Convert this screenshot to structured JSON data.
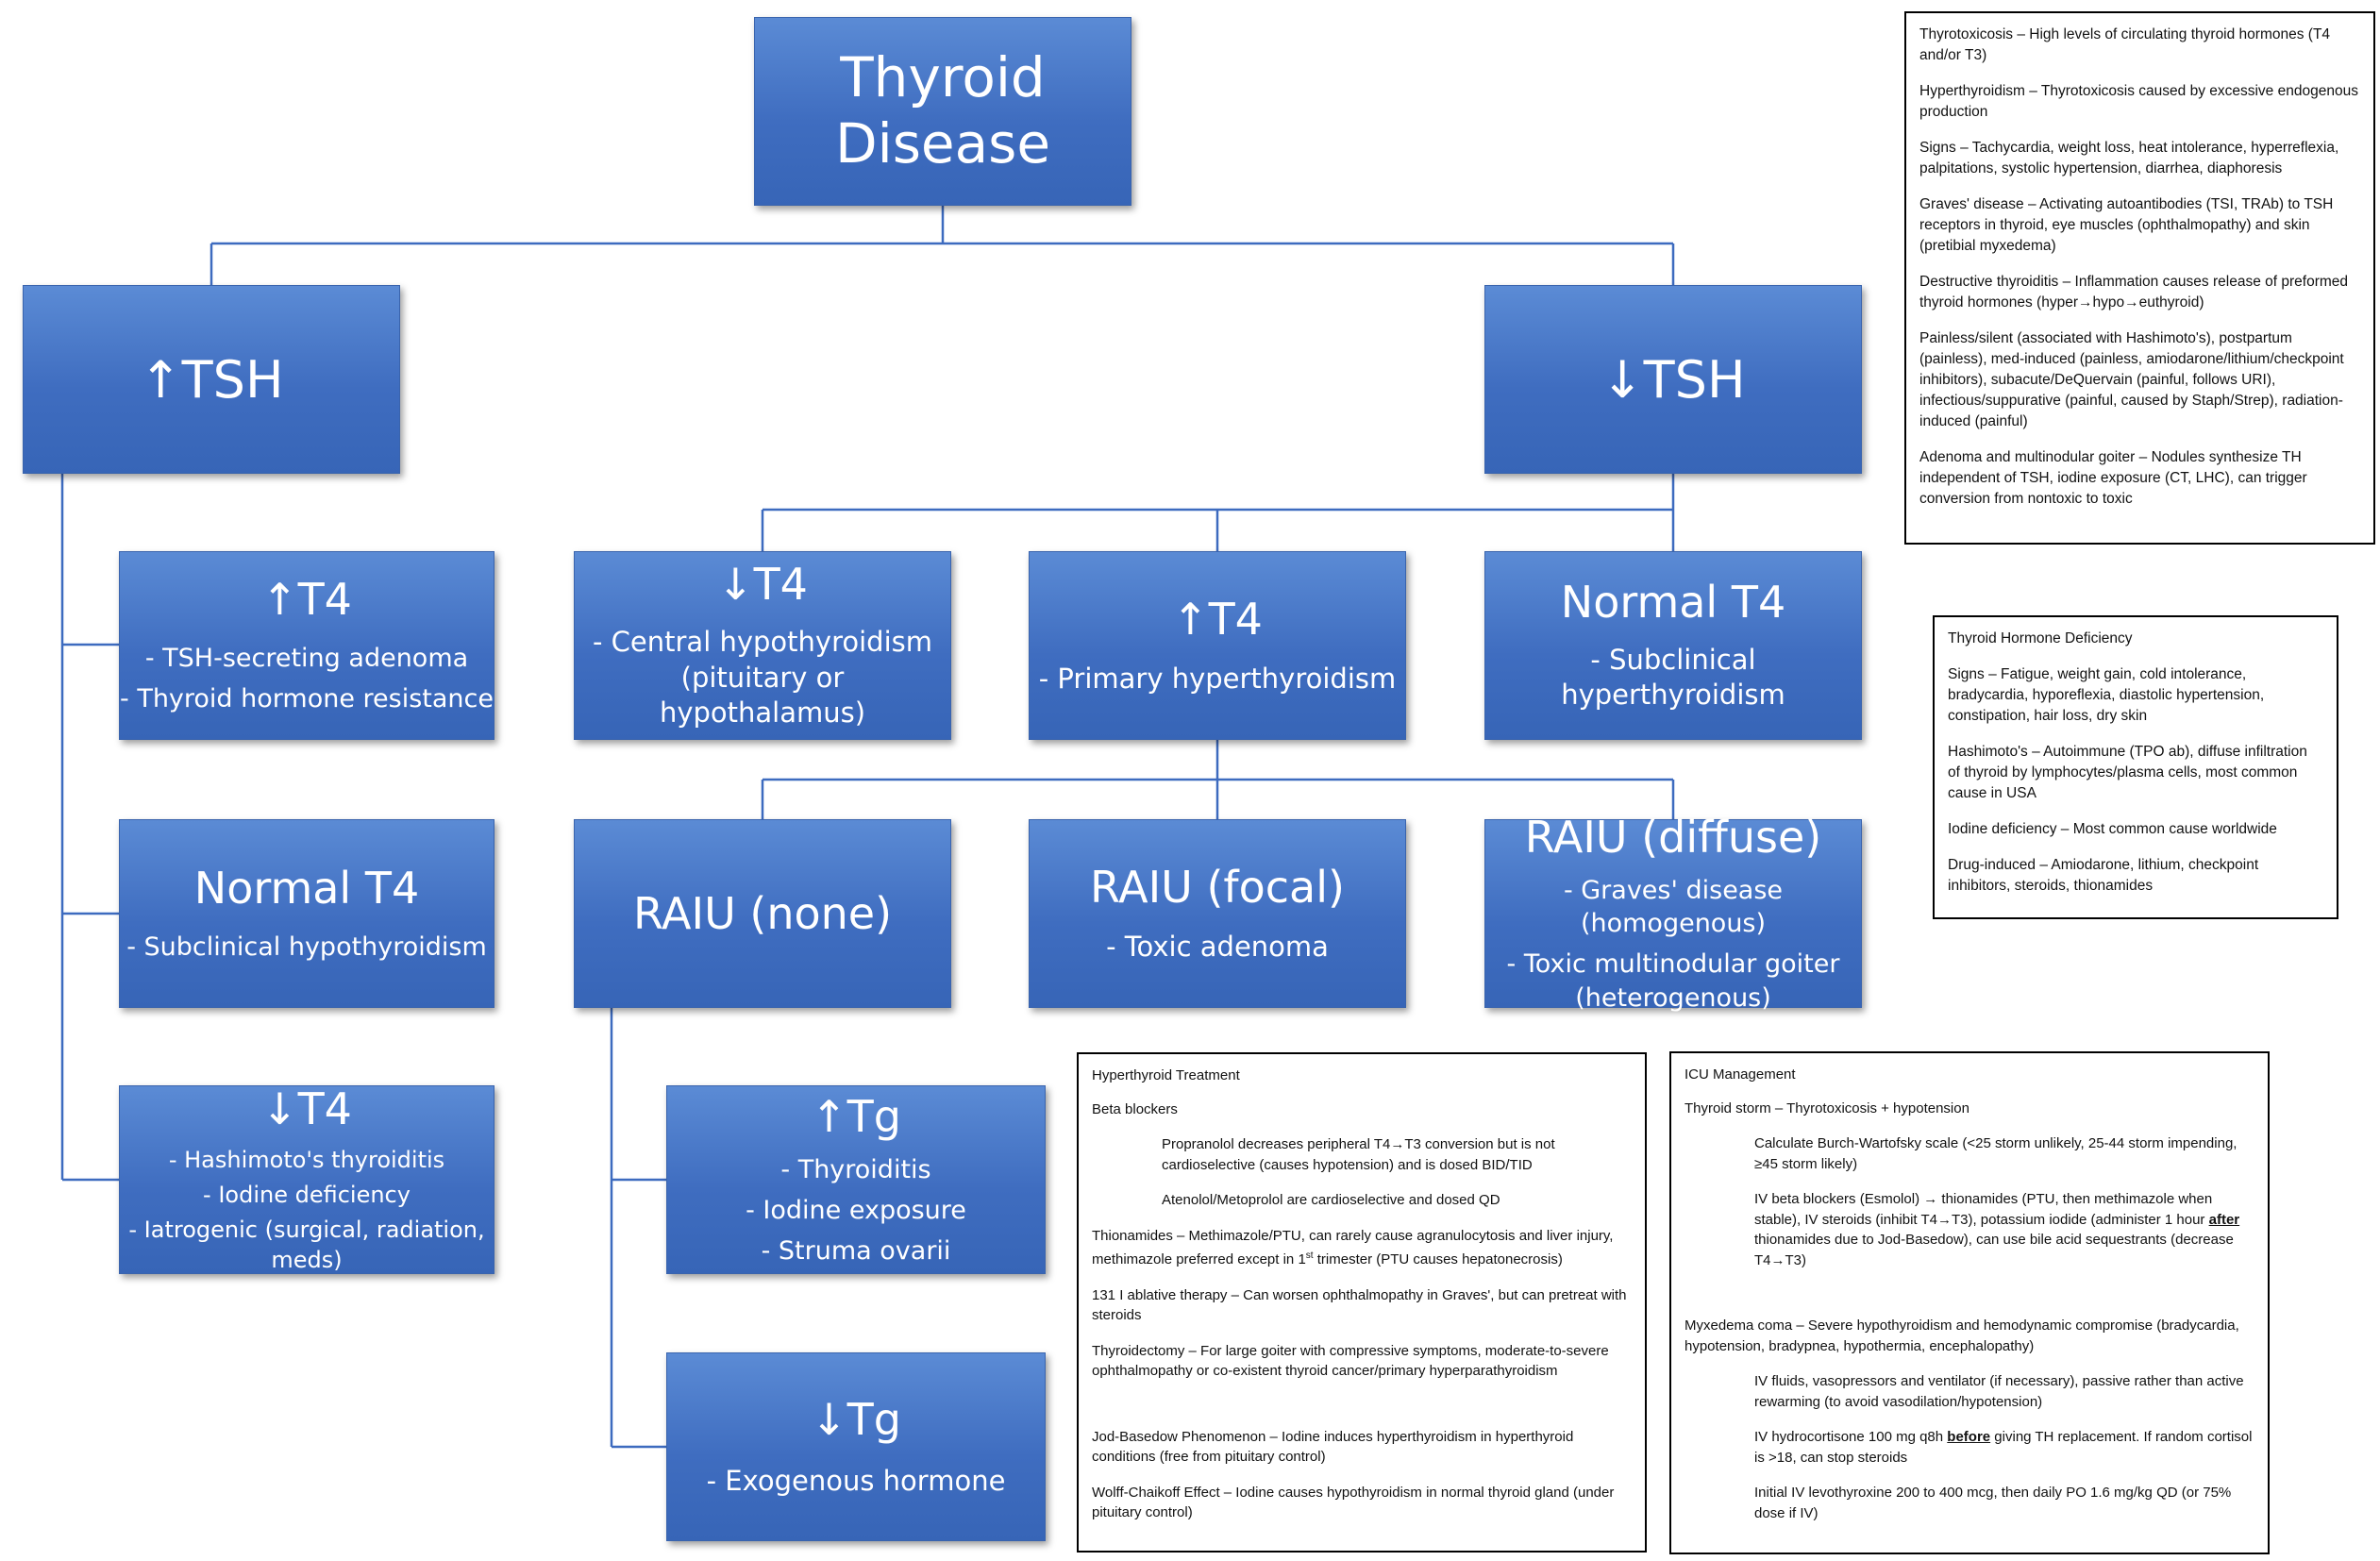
{
  "title": {
    "line1": "Thyroid",
    "line2": "Disease"
  },
  "high_tsh": {
    "heading": "↑TSH",
    "high_t4": {
      "heading": "↑T4",
      "items": [
        "- TSH-secreting adenoma",
        "- Thyroid hormone resistance"
      ]
    },
    "normal_t4": {
      "heading": "Normal T4",
      "items": [
        "- Subclinical hypothyroidism"
      ]
    },
    "low_t4": {
      "heading": "↓T4",
      "items": [
        "- Hashimoto's thyroiditis",
        "- Iodine deficiency",
        "- Iatrogenic (surgical, radiation, meds)"
      ]
    }
  },
  "low_tsh": {
    "heading": "↓TSH",
    "low_t4": {
      "heading": "↓T4",
      "items": [
        "- Central hypothyroidism",
        "(pituitary or hypothalamus)"
      ]
    },
    "high_t4": {
      "heading": "↑T4",
      "items": [
        "- Primary hyperthyroidism"
      ]
    },
    "normal_t4": {
      "heading": "Normal T4",
      "items": [
        "- Subclinical",
        "hyperthyroidism"
      ]
    },
    "raiu_none": {
      "heading": "RAIU (none)"
    },
    "raiu_focal": {
      "heading": "RAIU (focal)",
      "items": [
        "- Toxic adenoma"
      ]
    },
    "raiu_diffuse": {
      "heading": "RAIU (diffuse)",
      "items": [
        "- Graves' disease (homogenous)",
        "- Toxic multinodular goiter",
        "(heterogenous)"
      ]
    },
    "high_tg": {
      "heading": "↑Tg",
      "items": [
        "- Thyroiditis",
        "- Iodine exposure",
        "- Struma ovarii"
      ]
    },
    "low_tg": {
      "heading": "↓Tg",
      "items": [
        "- Exogenous hormone"
      ]
    }
  },
  "notes": {
    "thyrotoxicosis": [
      "Thyrotoxicosis – High levels of circulating thyroid hormones (T4 and/or T3)",
      "Hyperthyroidism – Thyrotoxicosis caused by excessive endogenous production",
      "Signs – Tachycardia, weight loss, heat intolerance, hyperreflexia, palpitations, systolic hypertension, diarrhea, diaphoresis",
      "Graves' disease – Activating autoantibodies (TSI, TRAb) to TSH receptors in thyroid, eye muscles (ophthalmopathy) and skin (pretibial myxedema)",
      "Destructive thyroiditis – Inflammation causes release of preformed thyroid hormones (hyper→hypo→euthyroid)",
      "Painless/silent (associated with Hashimoto's), postpartum (painless), med-induced (painless, amiodarone/lithium/checkpoint inhibitors), subacute/DeQuervain (painful, follows URI), infectious/suppurative (painful, caused by Staph/Strep), radiation-induced (painful)",
      "Adenoma and multinodular goiter – Nodules synthesize TH independent of TSH, iodine exposure (CT, LHC), can trigger conversion from nontoxic to toxic"
    ],
    "deficiency": [
      "Thyroid Hormone Deficiency",
      "Signs – Fatigue, weight gain, cold intolerance, bradycardia, hyporeflexia, diastolic hypertension, constipation, hair loss, dry skin",
      "Hashimoto's – Autoimmune (TPO ab), diffuse infiltration of thyroid by lymphocytes/plasma cells, most common cause in USA",
      "Iodine deficiency – Most common cause worldwide",
      "Drug-induced – Amiodarone, lithium, checkpoint inhibitors, steroids, thionamides"
    ],
    "treatment": {
      "title": "Hyperthyroid Treatment",
      "beta": "Beta blockers",
      "propranolol_a": "Propranolol decreases peripheral T4",
      "propranolol_arrow": "→",
      "propranolol_b": "T3 conversion but is not cardioselective (causes hypotension) and is dosed BID/TID",
      "atenolol": "Atenolol/Metoprolol are cardioselective and dosed QD",
      "thionamides_a": "Thionamides – Methimazole/PTU, can rarely cause agranulocytosis and liver injury, methimazole preferred except in 1",
      "thionamides_sup": "st",
      "thionamides_b": " trimester (PTU causes hepatonecrosis)",
      "ablative": "131 I ablative therapy – Can worsen ophthalmopathy in Graves', but can pretreat with steroids",
      "thyroidectomy": "Thyroidectomy – For large goiter with compressive symptoms, moderate-to-severe ophthalmopathy or co-existent thyroid cancer/primary hyperparathyroidism",
      "jod": "Jod-Basedow Phenomenon – Iodine induces hyperthyroidism in hyperthyroid conditions (free from pituitary control)",
      "wolff": "Wolff-Chaikoff Effect – Iodine causes hypothyroidism in normal thyroid gland (under pituitary control)"
    },
    "icu": {
      "title": "ICU Management",
      "storm": "Thyroid storm – Thyrotoxicosis + hypotension",
      "burch": "Calculate Burch-Wartofsky scale (<25 storm unlikely, 25-44 storm impending, ≥45 storm likely)",
      "iv_beta_a": "IV beta blockers (Esmolol) → thionamides (PTU, then methimazole when stable), IV steroids (inhibit T4→T3), potassium iodide (administer 1 hour ",
      "iv_beta_after": "after",
      "iv_beta_b": " thionamides due to Jod-Basedow), can use bile acid sequestrants (decrease T4→T3)",
      "myxedema": "Myxedema coma – Severe hypothyroidism and hemodynamic compromise (bradycardia, hypotension, bradypnea, hypothermia, encephalopathy)",
      "fluids": "IV fluids, vasopressors and ventilator (if necessary), passive rather than active rewarming (to avoid vasodilation/hypotension)",
      "hydro_a": "IV hydrocortisone 100 mg q8h ",
      "hydro_before": "before",
      "hydro_b": " giving TH replacement. If random cortisol is >18, can stop steroids",
      "levo": "Initial IV levothyroxine 200 to 400 mcg, then daily PO 1.6 mg/kg QD (or 75% dose if IV)"
    }
  }
}
